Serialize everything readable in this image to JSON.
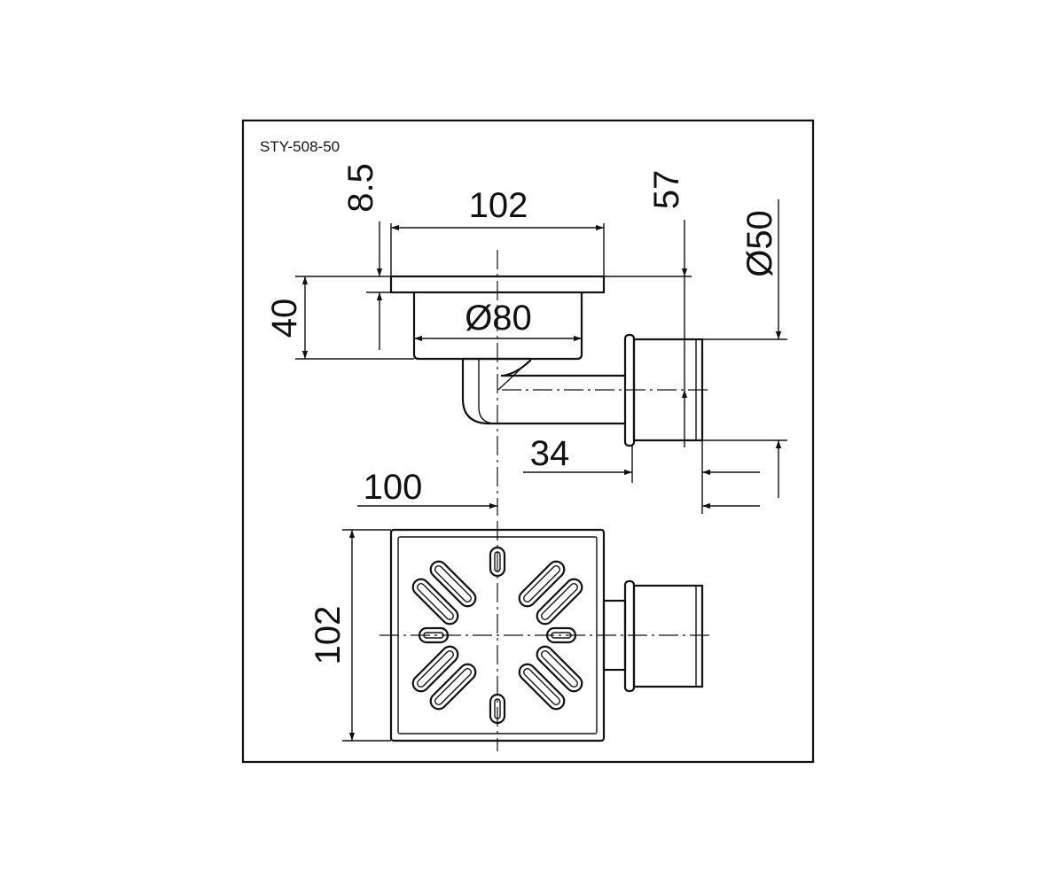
{
  "model_label": "STY-508-50",
  "dimensions": {
    "side_height_top": "8.5",
    "side_width_top": "102",
    "side_outlet_height": "57",
    "outlet_diameter": "Ø50",
    "side_height_body": "40",
    "body_diameter": "Ø80",
    "outlet_length": "34",
    "center_to_outlet": "100",
    "plan_width": "102"
  }
}
